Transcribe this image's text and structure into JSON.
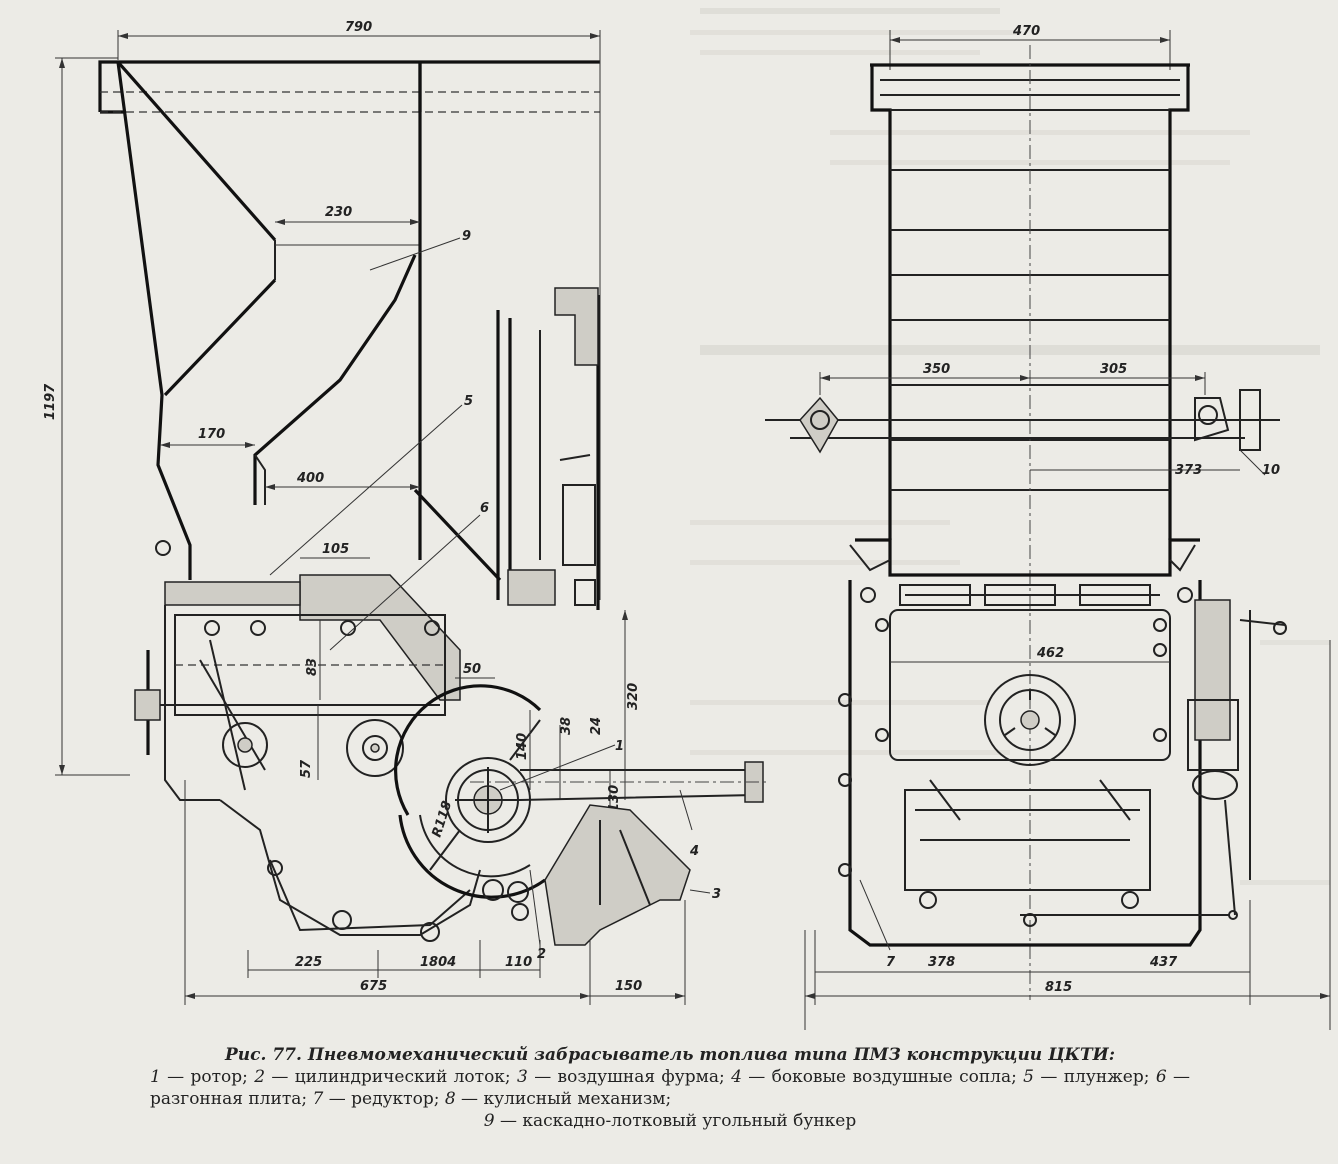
{
  "dimensions": {
    "side_view": {
      "top_width": "790",
      "height": "1197",
      "hopper_step": "230",
      "hopper_lower": "170",
      "plate_offset": "400",
      "plunger_offset": "105",
      "housing_height": "83",
      "nozzle_gap": "50",
      "rotor_offset_small": "38",
      "rotor_offset": "24",
      "rotor_height": "140",
      "rotor_to_base": "320",
      "rotor_low": "57",
      "nozzle_height": "130",
      "rotor_radius": "R118",
      "bottom_left": "225",
      "bottom_mid": "1804",
      "bottom_right": "110",
      "overall_lower": "675",
      "nozzle_length": "150"
    },
    "front_view": {
      "top_width": "470",
      "left_offset": "350",
      "right_offset": "305",
      "right_offset2": "373",
      "housing_width": "462",
      "bottom_left": "378",
      "bottom_right": "437",
      "overall": "815"
    }
  },
  "callouts": {
    "c1": "1",
    "c2": "2",
    "c3": "3",
    "c4": "4",
    "c5": "5",
    "c6": "6",
    "c7": "7",
    "c9": "9",
    "c10": "10"
  },
  "caption": {
    "title": "Рис. 77. Пневмомеханический забрасыватель топлива  типа ПМЗ конструкции ЦКТИ:",
    "items": [
      {
        "num": "1",
        "text": " — ротор; "
      },
      {
        "num": "2",
        "text": " — цилиндрический лоток; "
      },
      {
        "num": "3",
        "text": " — воздушная фурма; "
      },
      {
        "num": "4",
        "text": " — боковые воздушные сопла; "
      },
      {
        "num": "5",
        "text": " — плунжер; "
      },
      {
        "num": "6",
        "text": " — разгонная плита; "
      },
      {
        "num": "7",
        "text": " — редуктор; "
      },
      {
        "num": "8",
        "text": " — кулисный механизм; "
      },
      {
        "num": "9",
        "text": " — каскадно-лотковый угольный бункер"
      }
    ]
  },
  "colors": {
    "paper": "#ecebe6",
    "ink": "#222222"
  }
}
